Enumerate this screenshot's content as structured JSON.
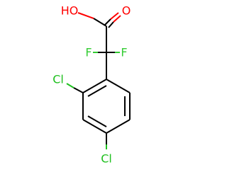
{
  "molecule": {
    "atoms": [
      {
        "id": "oh",
        "symbol": "HO",
        "color": "#ff0000"
      },
      {
        "id": "o_carbonyl",
        "symbol": "O",
        "color": "#ff0000"
      },
      {
        "id": "f1",
        "symbol": "F",
        "color": "#33cc33"
      },
      {
        "id": "f2",
        "symbol": "F",
        "color": "#33cc33"
      },
      {
        "id": "cl2",
        "symbol": "Cl",
        "color": "#1fc01f"
      },
      {
        "id": "cl4",
        "symbol": "Cl",
        "color": "#1fc01f"
      }
    ],
    "bond_color": "#000000"
  }
}
